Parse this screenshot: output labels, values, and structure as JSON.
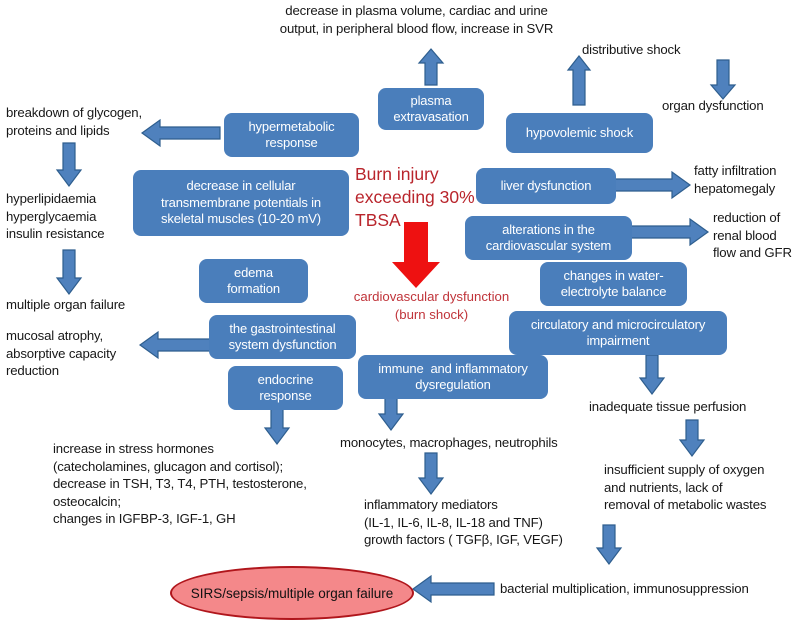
{
  "diagram": {
    "title": "Pathophysiology of burn injury exceeding 30% TBSA",
    "colors": {
      "box_fill": "#4A7EBB",
      "box_text": "#FFFFFF",
      "arrow_fill": "#4F81BD",
      "arrow_stroke": "#2E5E8E",
      "red_arrow": "#EE1111",
      "red_text": "#B9252C",
      "oval_fill": "#F4888A",
      "oval_border": "#B0161C",
      "background": "#FFFFFF",
      "body_text": "#171717"
    },
    "center": {
      "trigger_label": "Burn injury\nexceeding 30%\nTBSA",
      "outcome_label": "cardiovascular dysfunction\n(burn shock)"
    },
    "boxes": [
      {
        "id": "plasma-extravasation",
        "label": "plasma\nextravasation"
      },
      {
        "id": "hypermetabolic-response",
        "label": "hypermetabolic\nresponse"
      },
      {
        "id": "hypovolemic-shock",
        "label": "hypovolemic shock"
      },
      {
        "id": "decrease-cellular-transmembrane",
        "label": "decrease in cellular\ntransmembrane potentials in\nskeletal muscles (10-20 mV)"
      },
      {
        "id": "liver-dysfunction",
        "label": "liver dysfunction"
      },
      {
        "id": "alterations-cardiovascular-system",
        "label": "alterations in the\ncardiovascular system"
      },
      {
        "id": "edema-formation",
        "label": "edema\nformation"
      },
      {
        "id": "changes-water-electrolyte-balance",
        "label": "changes in water-\nelectrolyte balance"
      },
      {
        "id": "gastrointestinal-system-dysfunction",
        "label": "the gastrointestinal\nsystem dysfunction"
      },
      {
        "id": "circulatory-microcirculatory-impairment",
        "label": "circulatory and microcirculatory\nimpairment"
      },
      {
        "id": "immune-inflammatory-dysregulation",
        "label": "immune  and inflammatory\ndysregulation"
      },
      {
        "id": "endocrine-response",
        "label": "endocrine\nresponse"
      }
    ],
    "texts": [
      {
        "id": "decrease-plasma-volume",
        "label": "decrease in plasma volume, cardiac and urine\noutput, in peripheral blood flow, increase in SVR"
      },
      {
        "id": "distributive-shock",
        "label": "distributive shock"
      },
      {
        "id": "organ-dysfunction",
        "label": "organ dysfunction"
      },
      {
        "id": "breakdown-of-glycogen",
        "label": "breakdown of glycogen,\nproteins and lipids"
      },
      {
        "id": "hyperlipidaemia",
        "label": "hyperlipidaemia\nhyperglycaemia\ninsulin resistance"
      },
      {
        "id": "fatty-infiltration",
        "label": "fatty infiltration\nhepatomegaly"
      },
      {
        "id": "reduction-renal-blood-flow",
        "label": "reduction of\nrenal blood\nflow and GFR"
      },
      {
        "id": "multiple-organ-failure",
        "label": "multiple organ failure"
      },
      {
        "id": "mucosal-atrophy",
        "label": "mucosal atrophy,\nabsorptive capacity\nreduction"
      },
      {
        "id": "inadequate-tissue-perfusion",
        "label": "inadequate tissue perfusion"
      },
      {
        "id": "monocytes-macrophages",
        "label": "monocytes, macrophages, neutrophils"
      },
      {
        "id": "increase-stress-hormones",
        "label": "increase in stress hormones\n(catecholamines, glucagon and cortisol);\ndecrease in TSH, T3, T4, PTH, testosterone,\nosteocalcin;\nchanges in IGFBP-3, IGF-1, GH"
      },
      {
        "id": "insufficient-supply-oxygen",
        "label": "insufficient supply of oxygen\nand nutrients, lack of\nremoval of metabolic wastes"
      },
      {
        "id": "inflammatory-mediators",
        "label": "inflammatory mediators\n(IL-1, IL-6, IL-8, IL-18 and TNF)\ngrowth factors ( TGFβ, IGF, VEGF)"
      },
      {
        "id": "bacterial-multiplication",
        "label": "bacterial multiplication, immunosuppression"
      }
    ],
    "terminal": {
      "id": "sirs-sepsis-mof",
      "label": "SIRS/sepsis/multiple organ failure"
    },
    "arrows": [
      {
        "id": "arrow-up-to-decrease-plasma-volume",
        "direction": "up"
      },
      {
        "id": "arrow-up-to-distributive-shock",
        "direction": "up"
      },
      {
        "id": "arrow-down-to-organ-dysfunction",
        "direction": "down"
      },
      {
        "id": "arrow-left-to-breakdown-glycogen",
        "direction": "left"
      },
      {
        "id": "arrow-down-to-hyperlipidaemia",
        "direction": "down"
      },
      {
        "id": "arrow-down-to-multiple-organ-failure",
        "direction": "down"
      },
      {
        "id": "arrow-right-to-fatty-infiltration",
        "direction": "right"
      },
      {
        "id": "arrow-right-to-reduction-renal-blood-flow",
        "direction": "right"
      },
      {
        "id": "arrow-left-to-mucosal-atrophy",
        "direction": "left"
      },
      {
        "id": "arrow-down-to-increase-stress-hormones",
        "direction": "down"
      },
      {
        "id": "arrow-down-to-monocytes",
        "direction": "down"
      },
      {
        "id": "arrow-down-to-inflammatory-mediators",
        "direction": "down"
      },
      {
        "id": "arrow-down-to-inadequate-tissue-perfusion",
        "direction": "down"
      },
      {
        "id": "arrow-down-to-insufficient-supply",
        "direction": "down"
      },
      {
        "id": "arrow-down-to-bacterial-multiplication",
        "direction": "down"
      },
      {
        "id": "arrow-left-to-sirs",
        "direction": "left"
      },
      {
        "id": "arrow-red-down-to-cardiovascular-dysfunction",
        "direction": "down"
      }
    ]
  }
}
